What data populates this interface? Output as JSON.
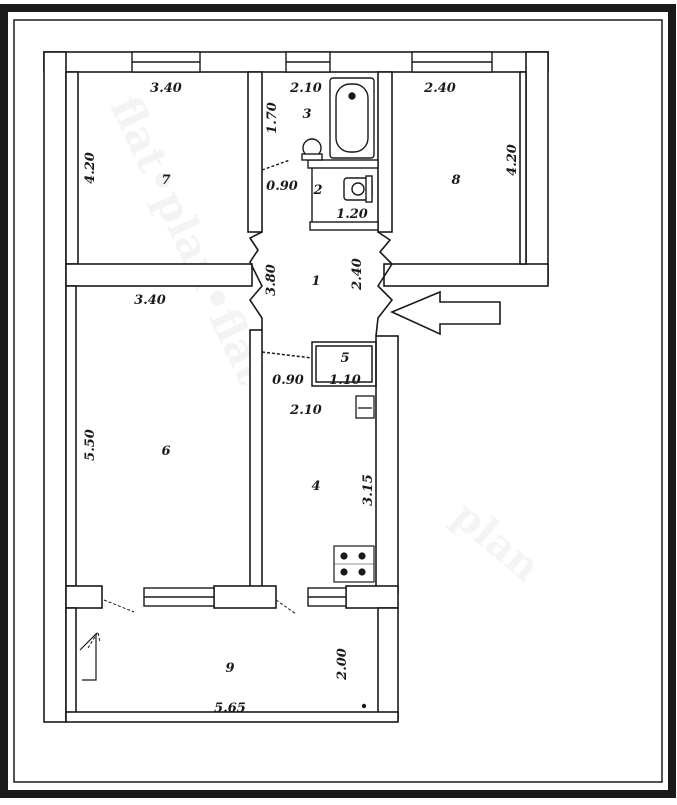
{
  "floor_plan": {
    "rooms": [
      {
        "number": "1"
      },
      {
        "number": "2"
      },
      {
        "number": "3"
      },
      {
        "number": "4"
      },
      {
        "number": "5"
      },
      {
        "number": "6"
      },
      {
        "number": "7"
      },
      {
        "number": "8"
      },
      {
        "number": "9"
      }
    ],
    "dimensions": {
      "room7_width": "3.40",
      "room7_height": "4.20",
      "room3_width": "2.10",
      "room3_height": "1.70",
      "room2_left": "0.90",
      "room2_width": "1.20",
      "room8_width": "2.40",
      "room8_height": "4.20",
      "hall_left": "3.80",
      "hall_right": "2.40",
      "room6_width": "3.40",
      "room6_height": "5.50",
      "room5_left": "0.90",
      "room5_width": "1.10",
      "room4_width": "2.10",
      "room4_height": "3.15",
      "room9_height": "2.00",
      "room9_width": "5.65"
    },
    "colors": {
      "wall": "#1a1a1a",
      "frame": "#1a1a1a",
      "background": "#ffffff",
      "watermark": "#e9e9e9"
    },
    "icons": [
      "entrance-arrow-icon",
      "bathtub-icon",
      "toilet-icon",
      "stove-icon",
      "sink-icon"
    ]
  }
}
